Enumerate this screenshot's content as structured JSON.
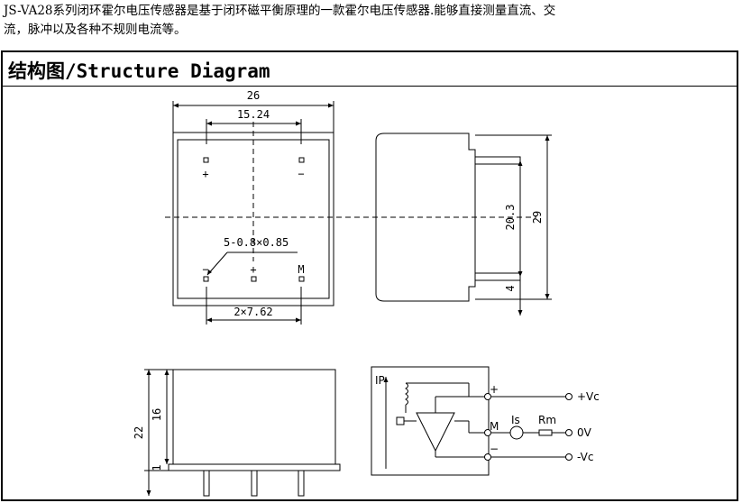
{
  "intro": {
    "line1": "JS-VA28系列闭环霍尔电压传感器是基于闭环磁平衡原理的一款霍尔电压传感器.能够直接测量直流、交",
    "line2": "流，脉冲以及各种不规则电流等。"
  },
  "section": {
    "title": "结构图/Structure Diagram"
  },
  "dims": {
    "width_total": "26",
    "pin_pitch": "15.24",
    "hole_spec": "5-0.8×0.85",
    "bottom_pitch": "2×7.62",
    "side_height": "29",
    "side_inner": "20.3",
    "side_pin": "4",
    "front_height": "22",
    "front_body": "16",
    "front_base": "1"
  },
  "pins": {
    "top_left": "+",
    "top_right": "−",
    "bottom_left": "−",
    "bottom_mid": "+",
    "bottom_right": "M"
  },
  "schematic": {
    "ip": "IP",
    "plus": "+",
    "minus": "−",
    "m": "M",
    "is": "Is",
    "rm": "Rm",
    "vc_pos": "+Vc",
    "zero_v": "0V",
    "vc_neg": "-Vc"
  }
}
